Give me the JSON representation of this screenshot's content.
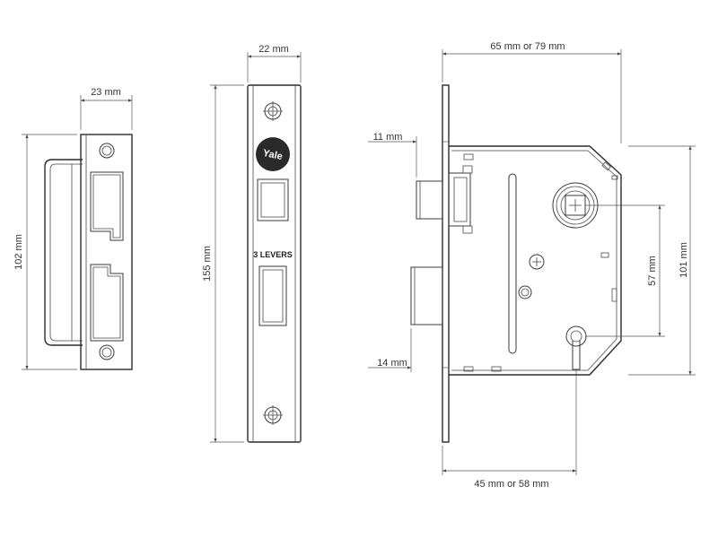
{
  "dimensions": {
    "strike_width": "23 mm",
    "strike_height": "102 mm",
    "faceplate_width": "22 mm",
    "faceplate_height": "155 mm",
    "case_depth_total": "65 mm or 79 mm",
    "latch_projection": "11 mm",
    "deadbolt_projection": "14 mm",
    "centres": "57 mm",
    "case_height": "101 mm",
    "backset": "45 mm or 58 mm"
  },
  "faceplate": {
    "brand": "Yale",
    "levers_label": "3 LEVERS"
  }
}
